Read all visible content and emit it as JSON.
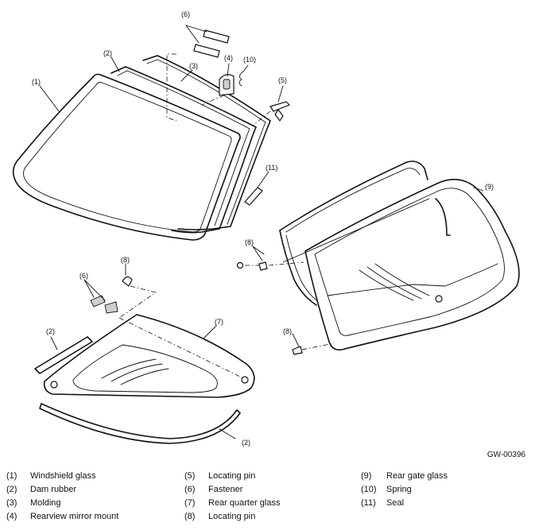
{
  "diagram_code": "GW-00396",
  "callouts": [
    "(1)",
    "(2)",
    "(3)",
    "(4)",
    "(5)",
    "(6)",
    "(7)",
    "(8)",
    "(9)",
    "(10)",
    "(11)"
  ],
  "legend": [
    {
      "num": "(1)",
      "label": "Windshield glass"
    },
    {
      "num": "(2)",
      "label": "Dam rubber"
    },
    {
      "num": "(3)",
      "label": "Molding"
    },
    {
      "num": "(4)",
      "label": "Rearview mirror mount"
    },
    {
      "num": "(5)",
      "label": "Locating pin"
    },
    {
      "num": "(6)",
      "label": "Fastener"
    },
    {
      "num": "(7)",
      "label": "Rear quarter glass"
    },
    {
      "num": "(8)",
      "label": "Locating pin"
    },
    {
      "num": "(9)",
      "label": "Rear gate glass"
    },
    {
      "num": "(10)",
      "label": "Spring"
    },
    {
      "num": "(11)",
      "label": "Seal"
    }
  ]
}
